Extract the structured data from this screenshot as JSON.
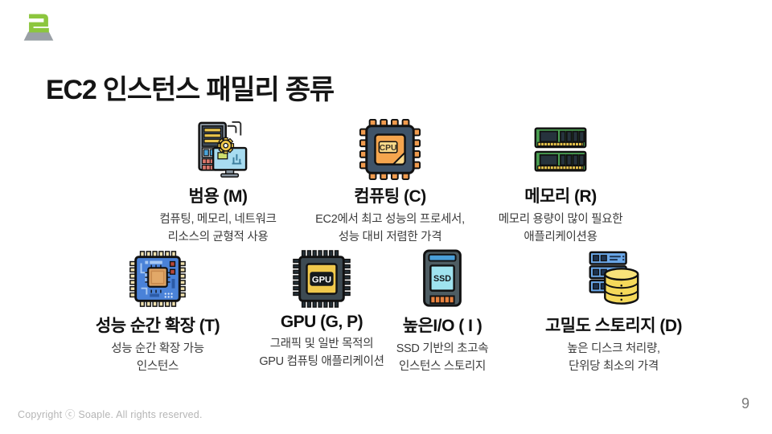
{
  "title": "EC2 인스턴스 패밀리 종류",
  "logo": {
    "name": "Soaple 로고",
    "green": "#8cc63e",
    "gray": "#9aa0a6"
  },
  "families": [
    {
      "id": "general-purpose",
      "icon": "server-monitor-icon",
      "name": "범용 (M)",
      "desc_line1": "컴퓨팅, 메모리, 네트워크",
      "desc_line2": "리소스의 균형적 사용"
    },
    {
      "id": "compute",
      "icon": "cpu-chip-icon",
      "name": "컴퓨팅 (C)",
      "desc_line1": "EC2에서 최고 성능의 프로세서,",
      "desc_line2": "성능 대비 저렴한 가격"
    },
    {
      "id": "memory",
      "icon": "memory-ram-icon",
      "name": "메모리 (R)",
      "desc_line1": "메모리 용량이 많이 필요한",
      "desc_line2": "애플리케이션용"
    },
    {
      "id": "burstable",
      "icon": "burstable-chip-icon",
      "name": "성능 순간 확장 (T)",
      "desc_line1": "성능 순간 확장 가능",
      "desc_line2": "인스턴스"
    },
    {
      "id": "gpu",
      "icon": "gpu-chip-icon",
      "name": "GPU (G, P)",
      "desc_line1": "그래픽 및 일반 목적의",
      "desc_line2": "GPU 컴퓨팅 애플리케이션"
    },
    {
      "id": "high-io",
      "icon": "ssd-icon",
      "name": "높은I/O ( I )",
      "desc_line1": "SSD 기반의 초고속",
      "desc_line2": "인스턴스 스토리지"
    },
    {
      "id": "dense-storage",
      "icon": "storage-server-database-icon",
      "name": "고밀도 스토리지 (D)",
      "desc_line1": "높은 디스크 처리량,",
      "desc_line2": "단위당 최소의 가격"
    }
  ],
  "footer": {
    "copyright": "Copyright ⓒ Soaple. All rights reserved.",
    "page_number": "9"
  },
  "colors": {
    "background": "#ffffff",
    "title_text": "#151515",
    "body_text": "#3c3c3c",
    "footer_text": "#b5b5b5",
    "icon_orange": "#f09b4e",
    "icon_navy": "#3f5368",
    "icon_green": "#4a9e52",
    "icon_blue": "#4a82d8",
    "icon_yellow": "#f0c84c",
    "icon_red": "#d9776b"
  }
}
